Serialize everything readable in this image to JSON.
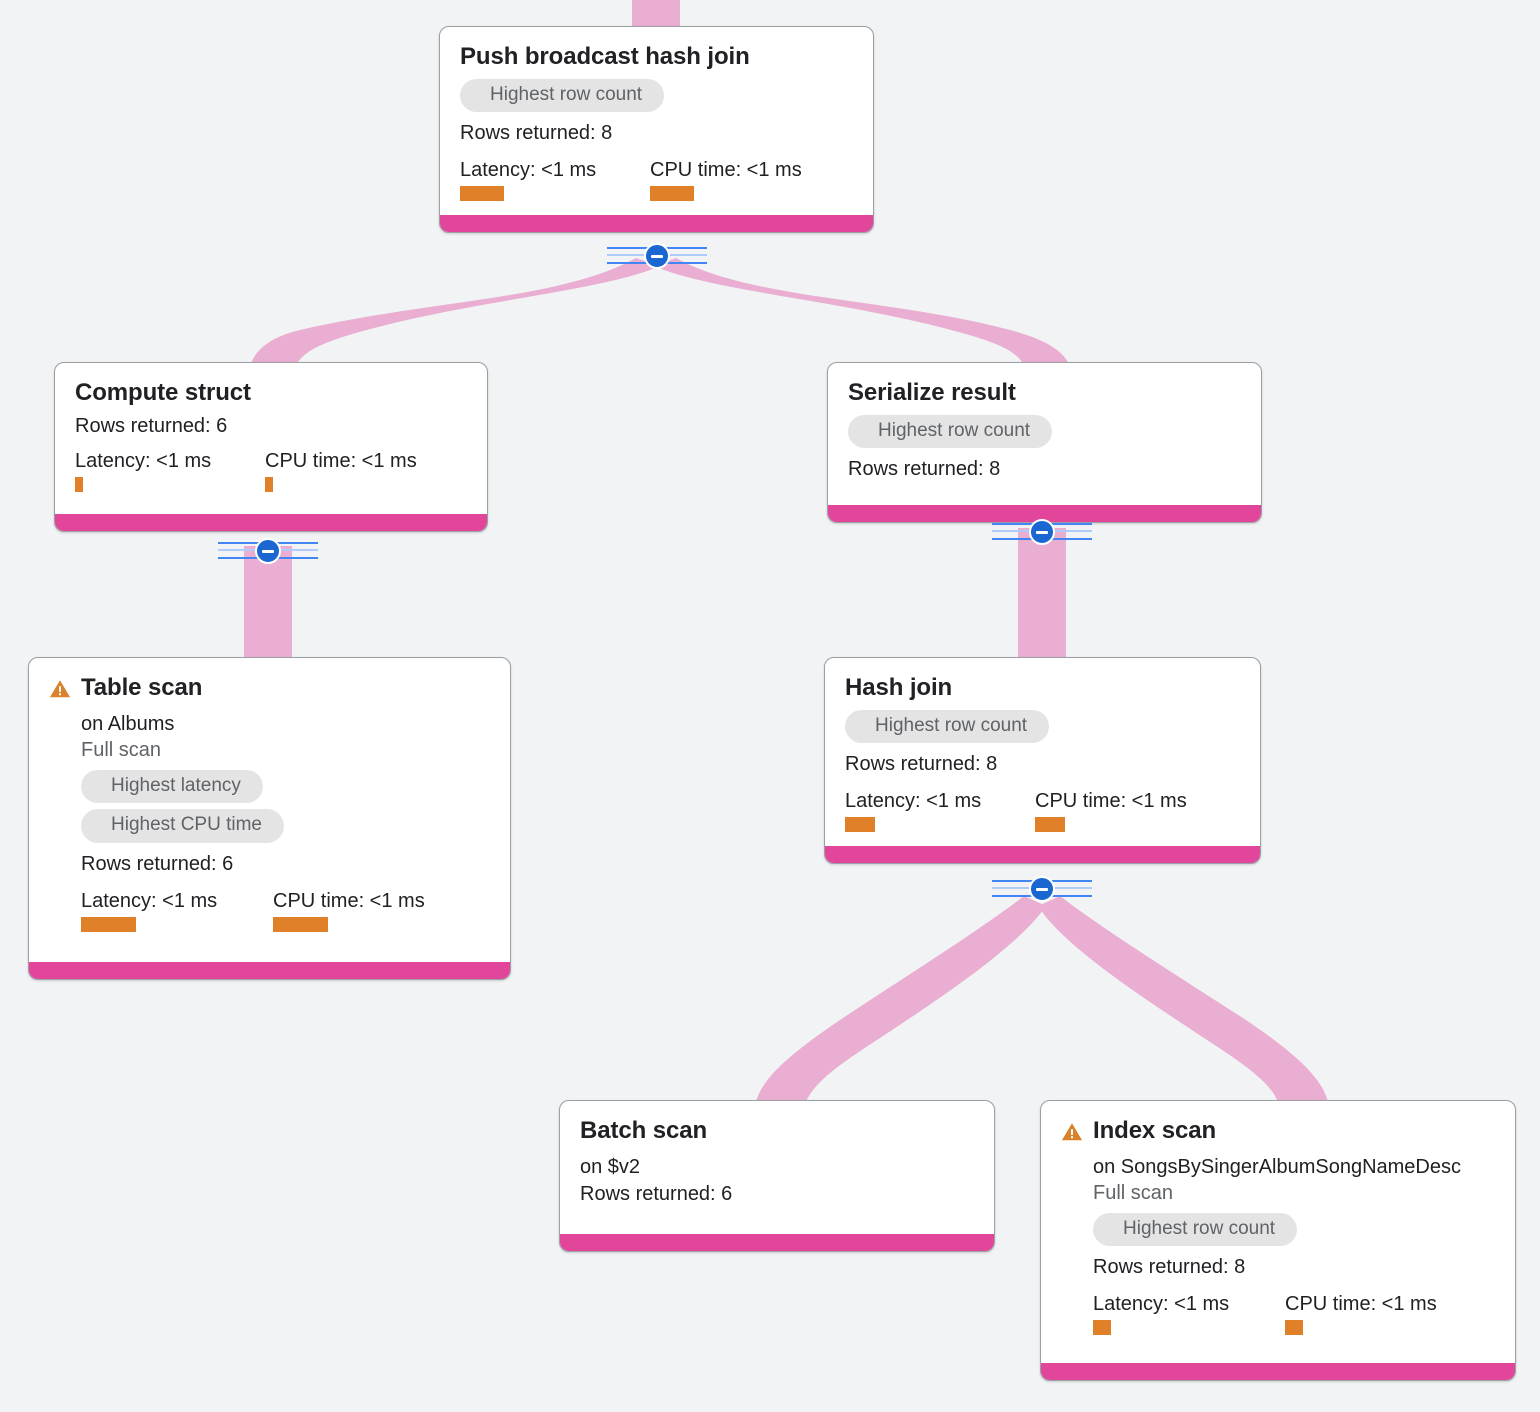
{
  "theme": {
    "background": "#f1f3f4",
    "node_bg": "#ffffff",
    "node_border": "#9aa0a6",
    "footer_bar": "#e2469b",
    "edge_ribbon": "#e9aed1",
    "metric_bar": "#e0812a",
    "badge_bg": "#e4e4e4",
    "badge_text": "#5f6368",
    "collapse_knob": "#1a67d2",
    "warning_icon": "#d9822b"
  },
  "labels": {
    "rows_returned_prefix": "Rows returned: ",
    "latency_prefix": "Latency: ",
    "cpu_prefix": "CPU time: ",
    "collapse_icon": "minus-circle-icon",
    "warning_icon": "warning-triangle-icon"
  },
  "nodes": [
    {
      "id": "push-broadcast-hash-join",
      "title": "Push broadcast hash join",
      "warning": false,
      "subtitle": null,
      "scan_note": null,
      "badges": [
        "Highest row count"
      ],
      "rows": "Rows returned: 8",
      "latency": "Latency: <1 ms",
      "cpu": "CPU time: <1 ms",
      "latency_bar_w": 44,
      "cpu_bar_w": 44,
      "has_collapse": true
    },
    {
      "id": "compute-struct",
      "title": "Compute struct",
      "warning": false,
      "subtitle": null,
      "scan_note": null,
      "badges": [],
      "rows": "Rows returned: 6",
      "latency": "Latency: <1 ms",
      "cpu": "CPU time: <1 ms",
      "latency_bar_w": 8,
      "cpu_bar_w": 8,
      "has_collapse": true
    },
    {
      "id": "serialize-result",
      "title": "Serialize result",
      "warning": false,
      "subtitle": null,
      "scan_note": null,
      "badges": [
        "Highest row count"
      ],
      "rows": "Rows returned: 8",
      "latency": null,
      "cpu": null,
      "latency_bar_w": 0,
      "cpu_bar_w": 0,
      "has_collapse": true
    },
    {
      "id": "table-scan",
      "title": "Table scan",
      "warning": true,
      "subtitle": "on Albums",
      "scan_note": "Full scan",
      "badges": [
        "Highest latency",
        "Highest CPU time"
      ],
      "rows": "Rows returned: 6",
      "latency": "Latency: <1 ms",
      "cpu": "CPU time: <1 ms",
      "latency_bar_w": 55,
      "cpu_bar_w": 55,
      "has_collapse": false
    },
    {
      "id": "hash-join",
      "title": "Hash join",
      "warning": false,
      "subtitle": null,
      "scan_note": null,
      "badges": [
        "Highest row count"
      ],
      "rows": "Rows returned: 8",
      "latency": "Latency: <1 ms",
      "cpu": "CPU time: <1 ms",
      "latency_bar_w": 30,
      "cpu_bar_w": 30,
      "has_collapse": true
    },
    {
      "id": "batch-scan",
      "title": "Batch scan",
      "warning": false,
      "subtitle": "on $v2",
      "scan_note": null,
      "badges": [],
      "rows": "Rows returned: 6",
      "latency": null,
      "cpu": null,
      "latency_bar_w": 0,
      "cpu_bar_w": 0,
      "has_collapse": false
    },
    {
      "id": "index-scan",
      "title": "Index scan",
      "warning": true,
      "subtitle": "on SongsBySingerAlbumSongNameDesc",
      "scan_note": "Full scan",
      "badges": [
        "Highest row count"
      ],
      "rows": "Rows returned: 8",
      "latency": "Latency: <1 ms",
      "cpu": "CPU time: <1 ms",
      "latency_bar_w": 18,
      "cpu_bar_w": 18,
      "has_collapse": false
    }
  ],
  "graph": {
    "edges": [
      {
        "from": "root-inlet",
        "to": "push-broadcast-hash-join"
      },
      {
        "from": "push-broadcast-hash-join",
        "to": "compute-struct"
      },
      {
        "from": "push-broadcast-hash-join",
        "to": "serialize-result"
      },
      {
        "from": "compute-struct",
        "to": "table-scan"
      },
      {
        "from": "serialize-result",
        "to": "hash-join"
      },
      {
        "from": "hash-join",
        "to": "batch-scan"
      },
      {
        "from": "hash-join",
        "to": "index-scan"
      }
    ]
  }
}
